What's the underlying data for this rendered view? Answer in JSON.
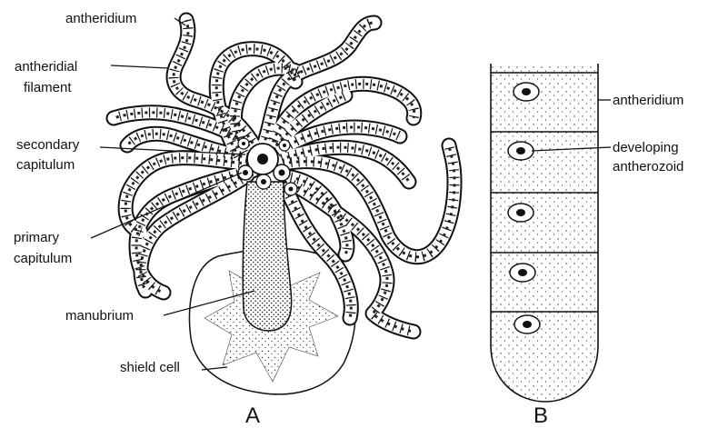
{
  "figure_a": {
    "panel_label": "A",
    "labels": {
      "antheridium": "antheridium",
      "antheridial_filament_line1": "antheridial",
      "antheridial_filament_line2": "filament",
      "secondary_capitulum_line1": "secondary",
      "secondary_capitulum_line2": "capitulum",
      "primary_capitulum_line1": "primary",
      "primary_capitulum_line2": "capitulum",
      "manubrium": "manubrium",
      "shield_cell": "shield cell"
    }
  },
  "figure_b": {
    "panel_label": "B",
    "labels": {
      "antheridium": "antheridium",
      "developing_antherozoid_line1": "developing",
      "developing_antherozoid_line2": "antherozoid"
    }
  }
}
